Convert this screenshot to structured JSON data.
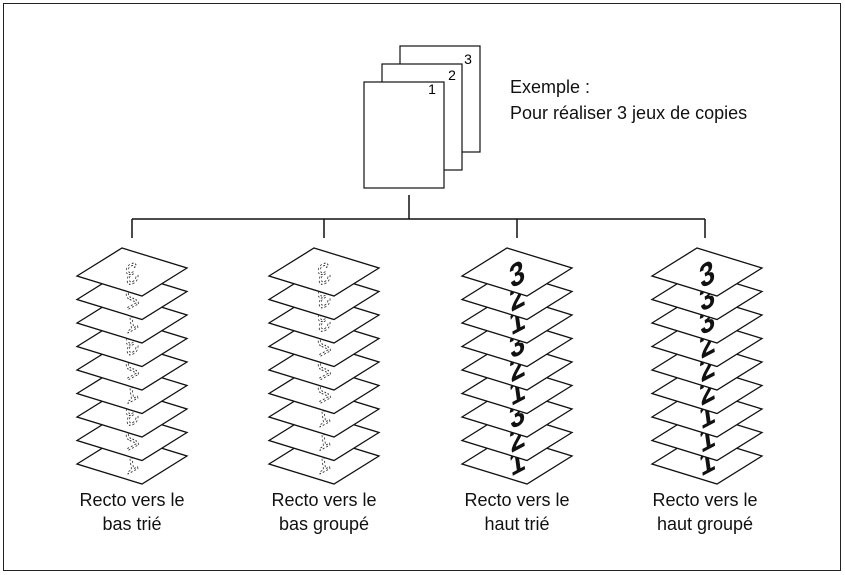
{
  "example": {
    "line1": "Exemple :",
    "line2": "Pour réaliser 3 jeux de copies"
  },
  "originals": [
    "1",
    "2",
    "3"
  ],
  "columns": [
    {
      "caption_line1": "Recto vers le",
      "caption_line2": "bas trié",
      "face": "down",
      "sheets": [
        "3",
        "2",
        "1",
        "3",
        "2",
        "1",
        "3",
        "2",
        "1"
      ]
    },
    {
      "caption_line1": "Recto vers le",
      "caption_line2": "bas groupé",
      "face": "down",
      "sheets": [
        "3",
        "3",
        "3",
        "2",
        "2",
        "2",
        "1",
        "1",
        "1"
      ]
    },
    {
      "caption_line1": "Recto vers le",
      "caption_line2": "haut trié",
      "face": "up",
      "sheets": [
        "3",
        "2",
        "1",
        "3",
        "2",
        "1",
        "3",
        "2",
        "1"
      ]
    },
    {
      "caption_line1": "Recto vers le",
      "caption_line2": "haut groupé",
      "face": "up",
      "sheets": [
        "3",
        "3",
        "3",
        "2",
        "2",
        "2",
        "1",
        "1",
        "1"
      ]
    }
  ]
}
